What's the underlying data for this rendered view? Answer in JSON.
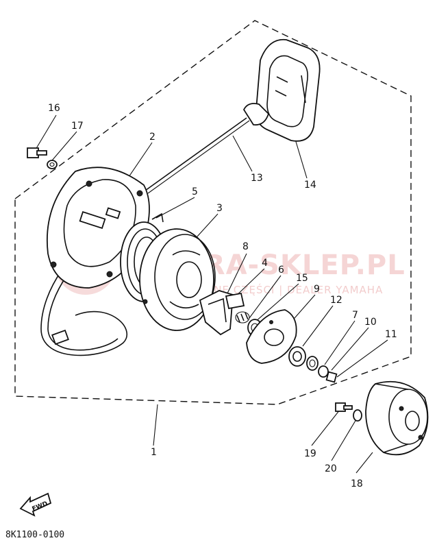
{
  "diagram_code": "8K1100-0100",
  "fwd_label": "FWD",
  "watermark": {
    "line1": "MARA-SKLEP.PL",
    "line2": "ORYGINALNE CZĘŚCI | DEALER YAMAHA"
  },
  "callouts": [
    "1",
    "2",
    "3",
    "4",
    "5",
    "6",
    "7",
    "8",
    "9",
    "10",
    "11",
    "12",
    "13",
    "14",
    "15",
    "16",
    "17",
    "18",
    "19",
    "20"
  ]
}
